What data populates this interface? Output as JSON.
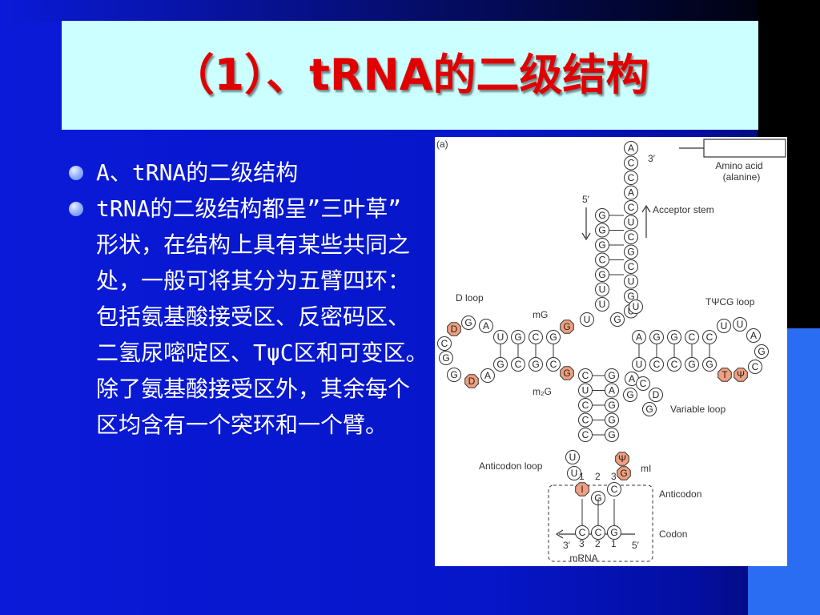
{
  "title": "（1）、tRNA的二级结构",
  "bullets": [
    "A、tRNA的二级结构",
    "tRNA的二级结构都呈”三叶草”  形状，在结构上具有某些共同之处，一般可将其分为五臂四环：包括氨基酸接受区、反密码区、二氢尿嘧啶区、TψC区和可变区。除了氨基酸接受区外，其余每个区均含有一个突环和一个臂。"
  ],
  "figure": {
    "panel_label": "(a)",
    "amino_acid_label": "Amino acid",
    "amino_acid_name": "(alanine)",
    "three_prime": "3′",
    "five_prime": "5′",
    "acceptor_stem": "Acceptor stem",
    "d_loop": "D loop",
    "tpsicg_loop": "TΨCG loop",
    "variable_loop": "Variable loop",
    "anticodon_loop": "Anticodon loop",
    "anticodon": "Anticodon",
    "codon": "Codon",
    "mrna": "mRNA",
    "mG": "mG",
    "m2G": "m₂G",
    "mI": "mI",
    "acceptor_5prime_strand": [
      "G",
      "G",
      "G",
      "C",
      "G",
      "U",
      "U"
    ],
    "acceptor_3prime_strand": [
      "A",
      "C",
      "C",
      "A",
      "C",
      "U",
      "C",
      "G",
      "C",
      "U",
      "G",
      "U"
    ],
    "d_arm_top": [
      "U",
      "G",
      "C",
      "G"
    ],
    "d_arm_bottom": [
      "G",
      "C",
      "G",
      "C"
    ],
    "d_loop_bases": [
      "D",
      "G",
      "A",
      "C",
      "G",
      "G",
      "D",
      "A"
    ],
    "t_arm_top": [
      "A",
      "G",
      "G",
      "C",
      "C"
    ],
    "t_arm_bottom": [
      "U",
      "C",
      "C",
      "G",
      "G"
    ],
    "t_loop_bases": [
      "U",
      "U",
      "A",
      "G",
      "C",
      "T",
      "Ψ"
    ],
    "anticodon_stem_left": [
      "C",
      "U",
      "C",
      "C",
      "C"
    ],
    "anticodon_stem_right": [
      "G",
      "A",
      "G",
      "G",
      "G"
    ],
    "variable_bases": [
      "A",
      "G",
      "C",
      "D",
      "G"
    ],
    "anticodon_bases": [
      "I",
      "G",
      "C"
    ],
    "codon_bases": [
      "C",
      "C",
      "G"
    ],
    "anticodon_numbers": [
      "1",
      "2",
      "3"
    ],
    "codon_numbers": [
      "3",
      "2",
      "1"
    ],
    "highlight_color": "#f0a080"
  }
}
